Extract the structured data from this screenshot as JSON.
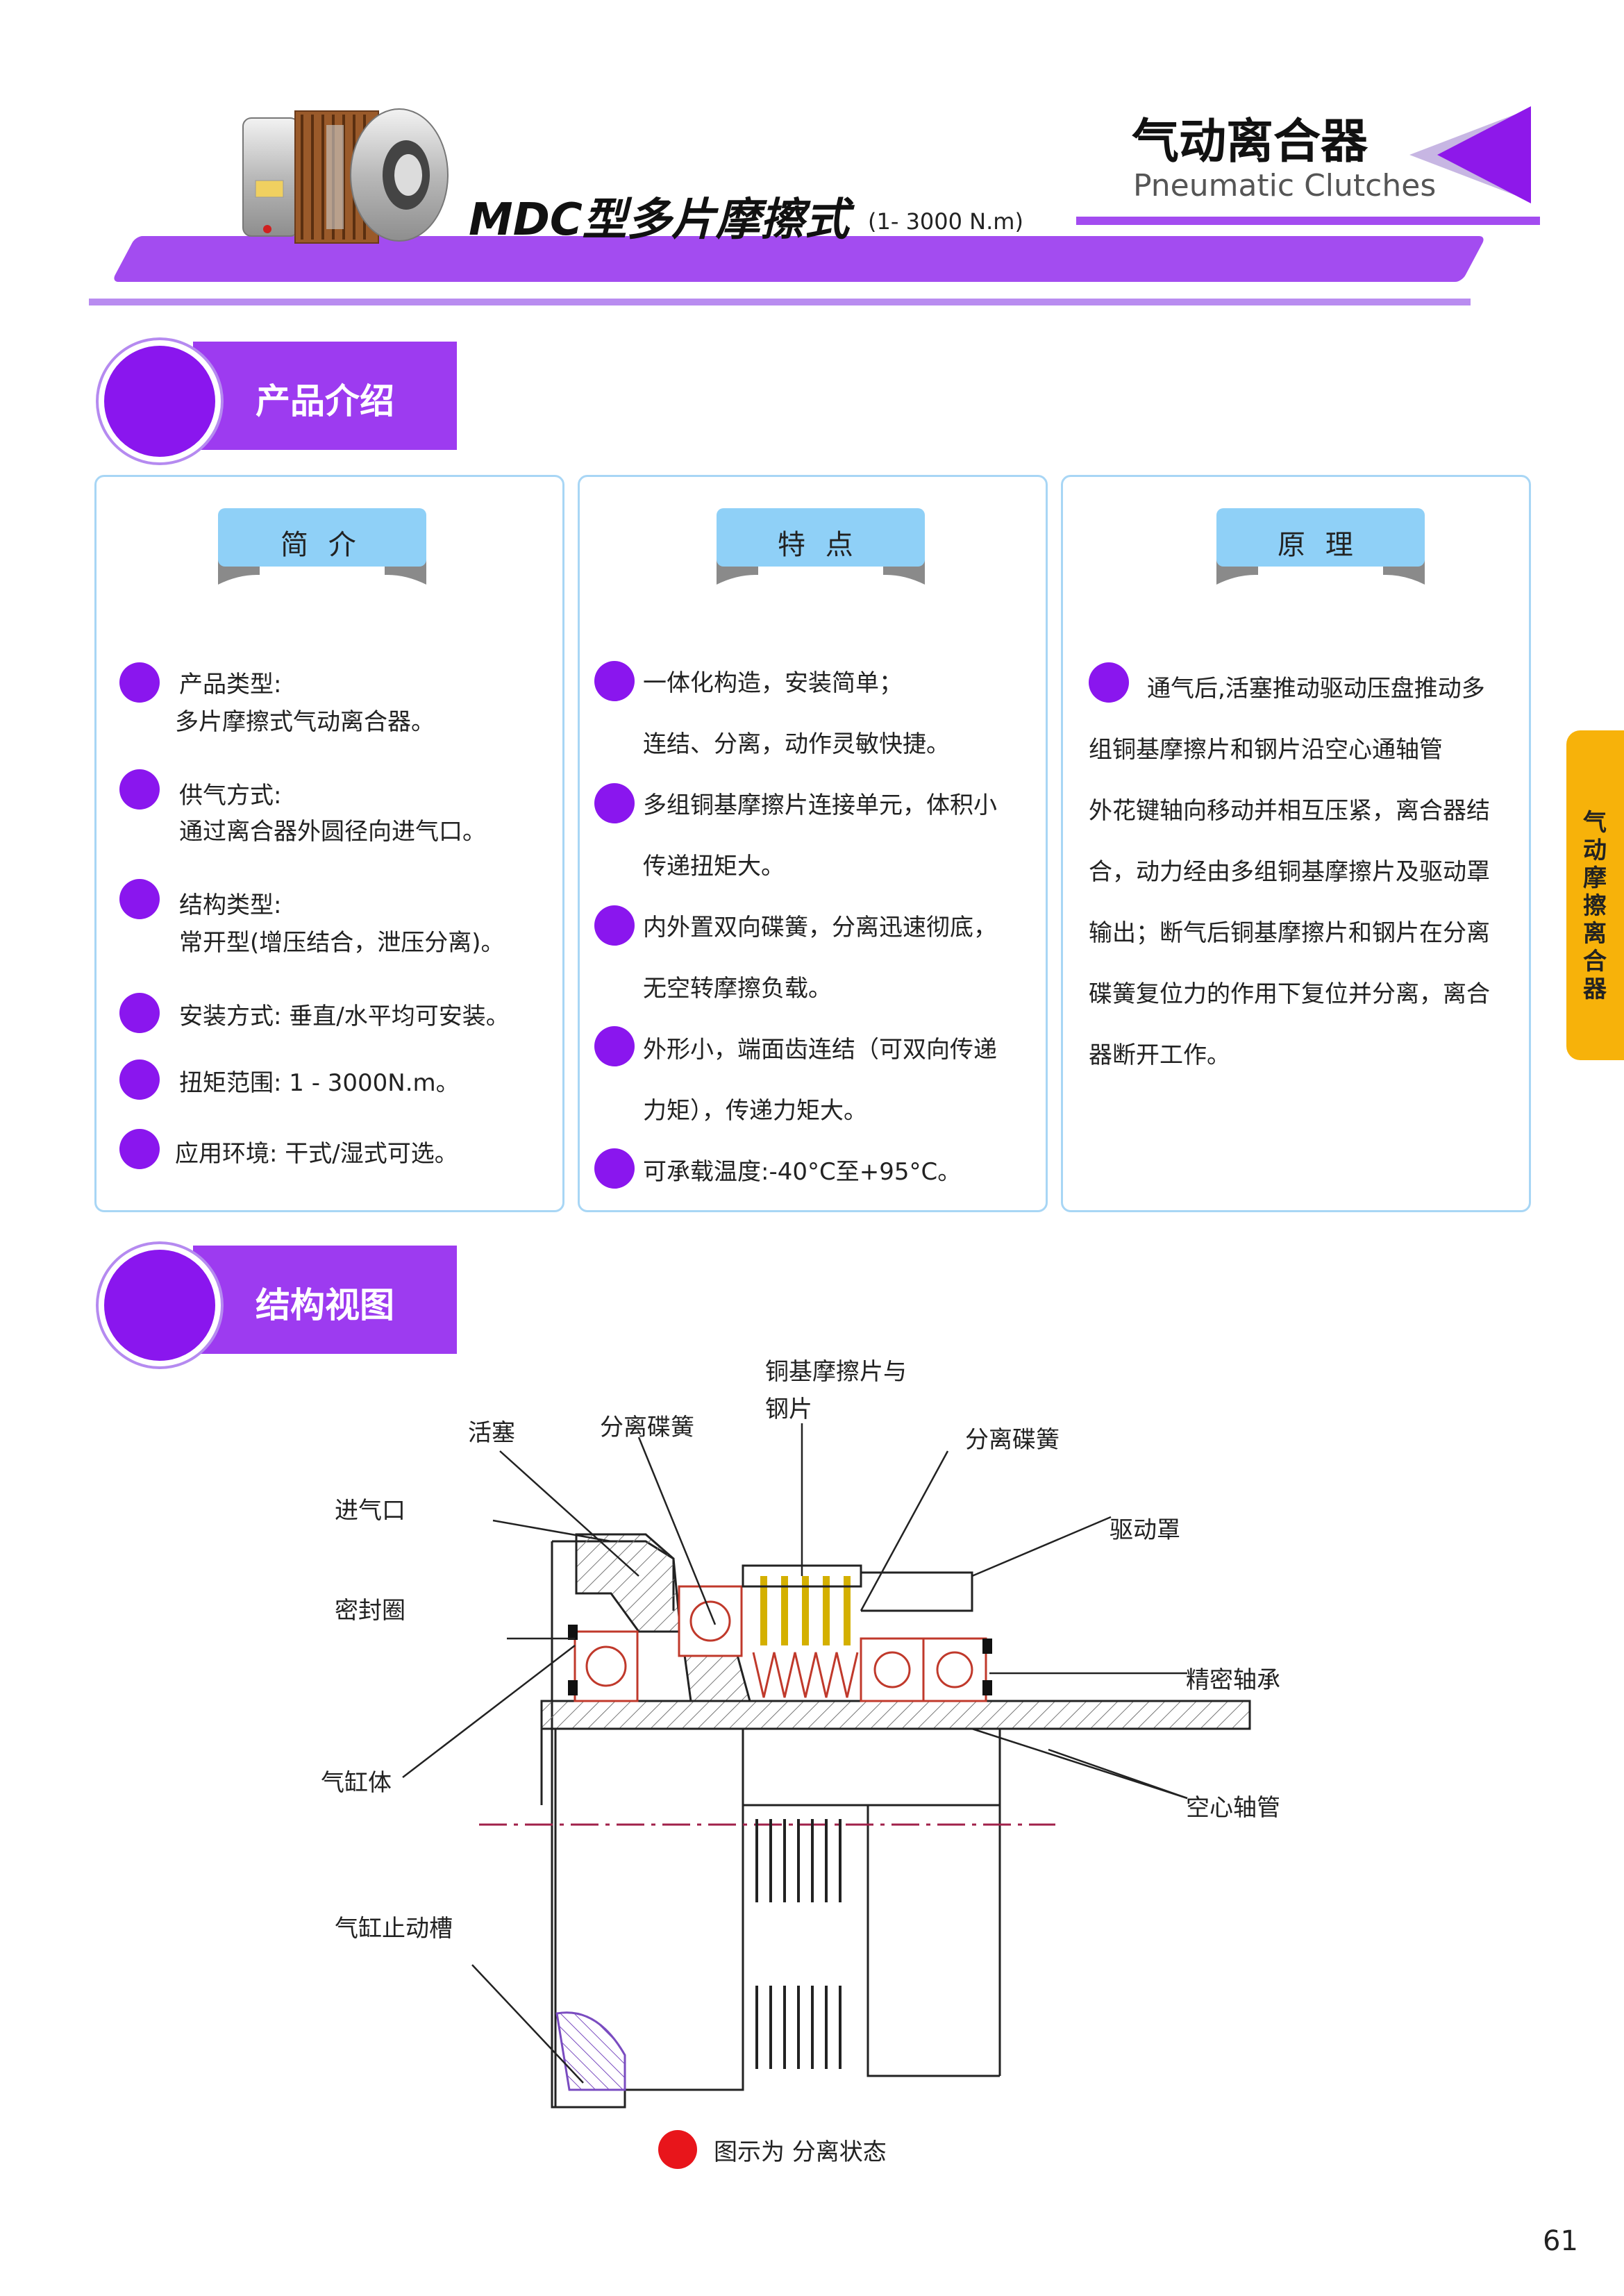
{
  "header": {
    "category_title": "气动离合器",
    "category_subtitle": "Pneumatic Clutches",
    "model_title": "MDC型多片摩擦式",
    "model_range": "(1- 3000 N.m)"
  },
  "sections": {
    "intro_title": "产品介绍",
    "structure_title": "结构视图"
  },
  "cards": {
    "jianjie": {
      "title": "简  介",
      "items": [
        {
          "line1": "产品类型:",
          "line2": "多片摩擦式气动离合器。"
        },
        {
          "line1": "供气方式:",
          "line2": "通过离合器外圆径向进气口。"
        },
        {
          "line1": "结构类型:",
          "line2": "常开型(增压结合，泄压分离)。"
        },
        {
          "line1": "安装方式:  垂直/水平均可安装。"
        },
        {
          "line1": "扭矩范围:  1 - 3000N.m。"
        },
        {
          "line1": "应用环境:  干式/湿式可选。"
        }
      ]
    },
    "tedian": {
      "title": "特  点",
      "items": [
        {
          "line1": "一体化构造，安装简单；",
          "line2": "连结、分离，动作灵敏快捷。"
        },
        {
          "line1": "多组铜基摩擦片连接单元，体积小",
          "line2": "传递扭矩大。"
        },
        {
          "line1": "内外置双向碟簧，分离迅速彻底，",
          "line2": "无空转摩擦负载。"
        },
        {
          "line1": "外形小，端面齿连结（可双向传递",
          "line2": "力矩），传递力矩大。"
        },
        {
          "line1": "可承载温度:-40°C至+95°C。"
        }
      ]
    },
    "yuanli": {
      "title": "原  理",
      "lines": [
        "通气后,活塞推动驱动压盘推动多",
        "组铜基摩擦片和钢片沿空心通轴管",
        "外花键轴向移动并相互压紧，离合器结",
        "合，动力经由多组铜基摩擦片及驱动罩",
        "输出；断气后铜基摩擦片和钢片在分离",
        "碟簧复位力的作用下复位并分离，离合",
        "器断开工作。"
      ]
    }
  },
  "side_tab": "气动摩擦离合器",
  "diagram": {
    "labels": {
      "huosai": "活塞",
      "fenli1": "分离碟簧",
      "tongji1": "铜基摩擦片与",
      "tongji2": "钢片",
      "fenli2": "分离碟簧",
      "jinqi": "进气口",
      "qudong": "驱动罩",
      "mifeng": "密封圈",
      "zhoucheng": "精密轴承",
      "gangti": "气缸体",
      "zhouguan": "空心轴管",
      "zhidong": "气缸止动槽"
    },
    "legend": "图示为 分离状态"
  },
  "page_number": "61",
  "colors": {
    "purple": "#9d3bf0",
    "purple_dark": "#8a16ee",
    "ribbon_blue": "#8fd0f7",
    "card_border": "#a8d6f5",
    "side_tab": "#f7b20a",
    "legend_red": "#e8151b"
  }
}
